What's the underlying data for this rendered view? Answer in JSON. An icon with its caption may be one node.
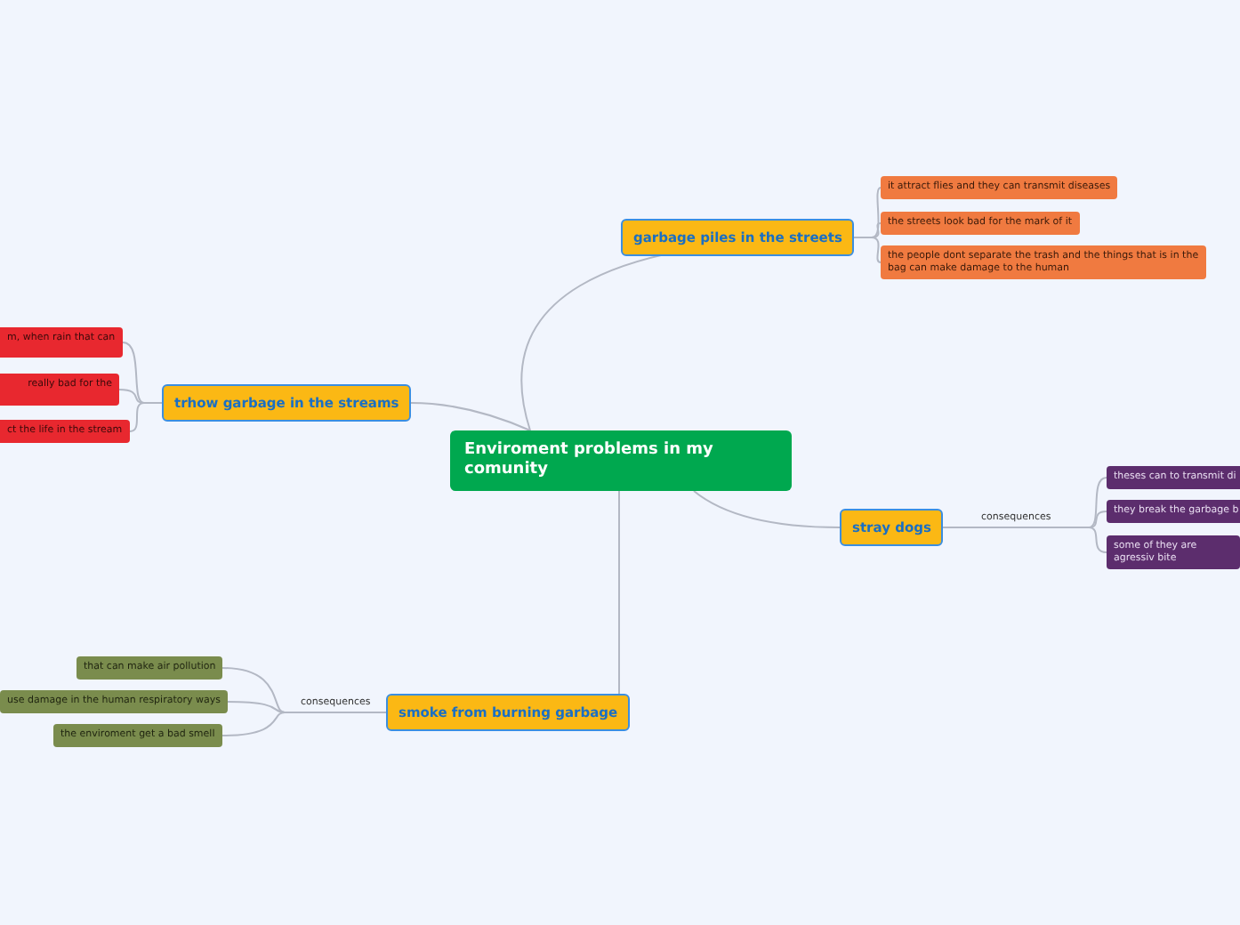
{
  "diagram": {
    "nodes": [
      {
        "text": [
          "Enviroment problems in my comunity"
        ]
      },
      {
        "text": [
          "garbage piles in the streets"
        ]
      },
      {
        "text": [
          "it attract flies and they can transmit diseases"
        ]
      },
      {
        "text": [
          "the streets look bad for the mark of it"
        ]
      },
      {
        "text": [
          "the people dont separate the trash and the things that is in the bag can make damage to the human"
        ]
      },
      {
        "text": [
          "trhow garbage in the streams"
        ]
      },
      {
        "text": [
          "m, when rain that can"
        ]
      },
      {
        "text": [
          "really bad for the"
        ]
      },
      {
        "text": [
          "ct the life in the stream"
        ]
      },
      {
        "text": [
          "stray dogs"
        ]
      },
      {
        "text": [
          "theses can to transmit di"
        ]
      },
      {
        "text": [
          "they break the garbage b"
        ]
      },
      {
        "text": [
          "some of they are agressiv bite"
        ]
      },
      {
        "text": [
          "smoke from burning garbage"
        ]
      },
      {
        "text": [
          "that can make air pollution"
        ]
      },
      {
        "text": [
          "use damage in the human respiratory ways"
        ]
      },
      {
        "text": [
          "the enviroment get a bad smell"
        ]
      }
    ],
    "edges": [
      {
        "from": 0,
        "to": 1,
        "arrow": "none"
      },
      {
        "from": 1,
        "to": 2,
        "arrow": "none"
      },
      {
        "from": 1,
        "to": 3,
        "arrow": "none"
      },
      {
        "from": 1,
        "to": 4,
        "arrow": "none"
      },
      {
        "from": 0,
        "to": 5,
        "arrow": "none"
      },
      {
        "from": 5,
        "to": 6,
        "arrow": "none"
      },
      {
        "from": 5,
        "to": 7,
        "arrow": "none"
      },
      {
        "from": 5,
        "to": 8,
        "arrow": "none"
      },
      {
        "from": 0,
        "to": 9,
        "arrow": "none"
      },
      {
        "from": 9,
        "to": 10,
        "arrow": "none"
      },
      {
        "from": 9,
        "to": 11,
        "arrow": "none",
        "label": "consequences"
      },
      {
        "from": 9,
        "to": 12,
        "arrow": "none"
      },
      {
        "from": 0,
        "to": 13,
        "arrow": "none"
      },
      {
        "from": 13,
        "to": 14,
        "arrow": "none"
      },
      {
        "from": 13,
        "to": 15,
        "arrow": "none",
        "label": "consequences"
      },
      {
        "from": 13,
        "to": 16,
        "arrow": "none"
      }
    ]
  }
}
